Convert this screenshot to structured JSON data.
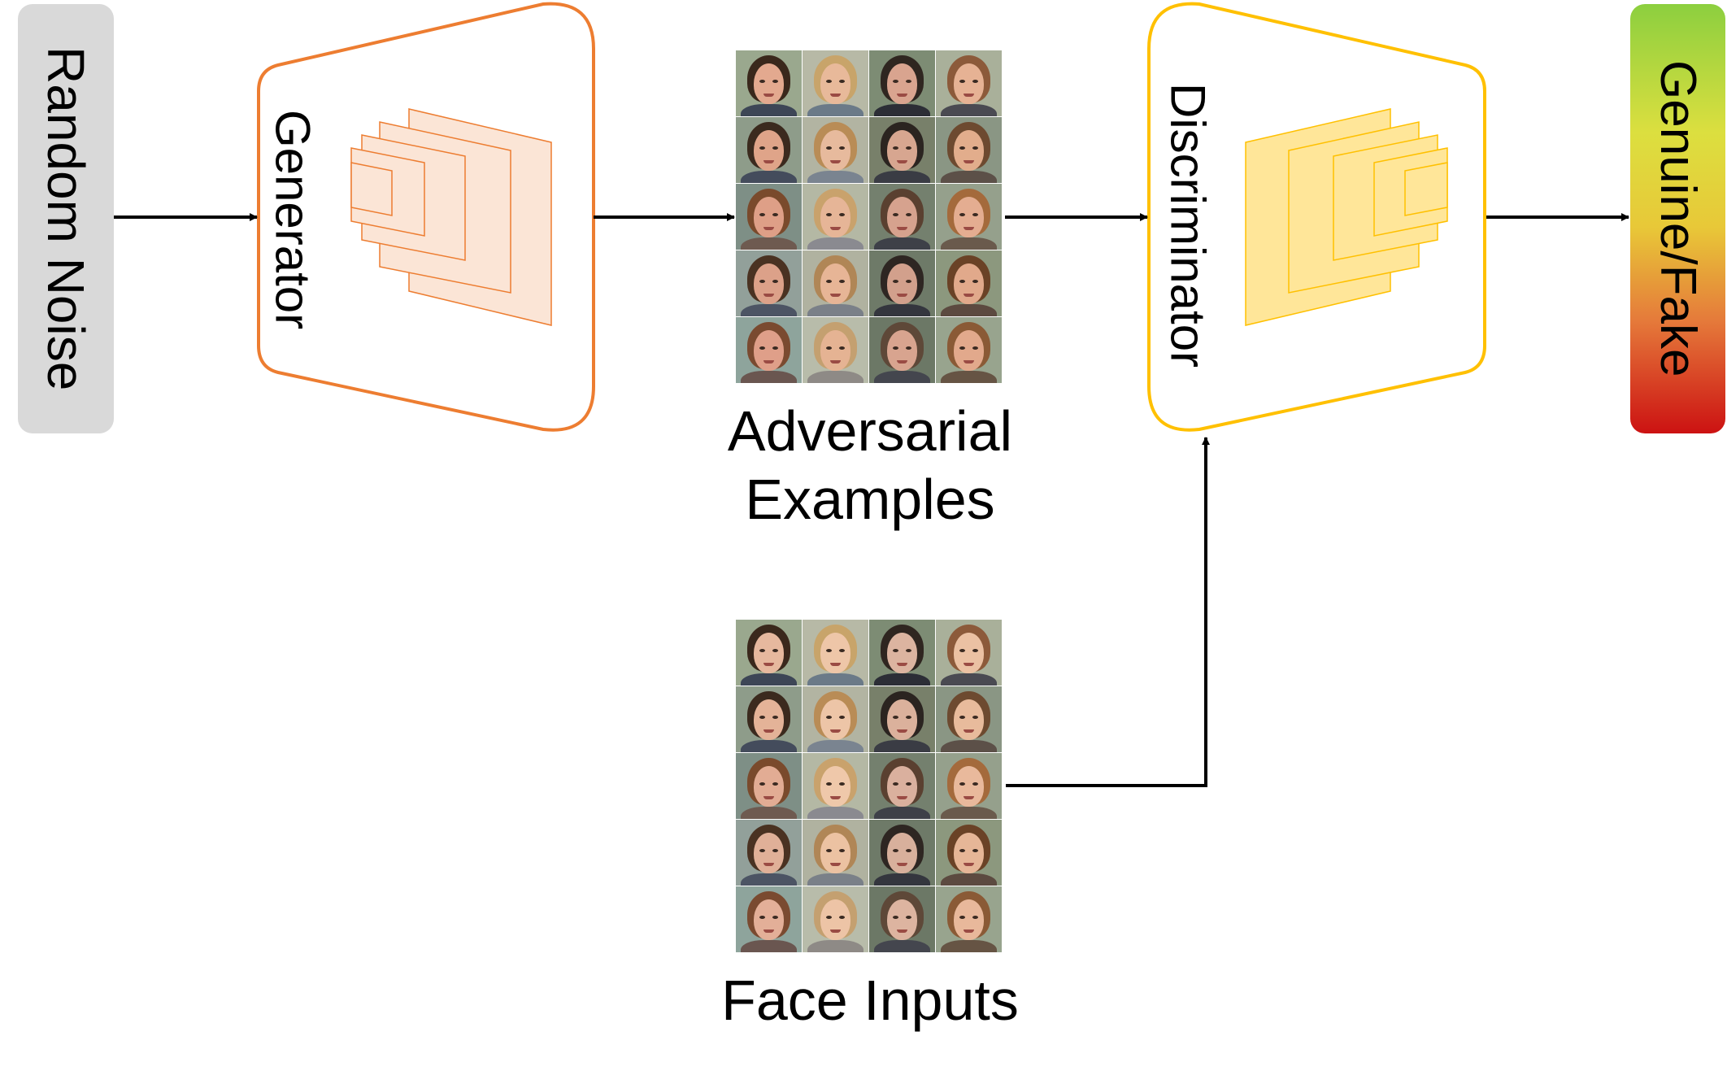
{
  "nodes": {
    "random_noise": "Random Noise",
    "generator": "Generator",
    "discriminator": "Discriminator",
    "output": "Genuine/Fake",
    "adversarial_caption": "Adversarial\nExamples",
    "face_inputs_caption": "Face Inputs"
  },
  "colors": {
    "generator": "#ED7D31",
    "generator_fill": "#FBE5D6",
    "discriminator": "#FFC000",
    "discriminator_fill": "#FFE699",
    "noise_box": "#D9D9D9",
    "arrow": "#000000"
  },
  "face_grids": {
    "adversarial": {
      "rows": 5,
      "cols": 4,
      "skin": [
        "#e3a98f",
        "#e8b99a",
        "#d9a48f",
        "#e6b294",
        "#dfa489",
        "#e7ba9d",
        "#d7a690",
        "#e2ad8c",
        "#de9f87",
        "#e6b597",
        "#d6a28e",
        "#e4ad91",
        "#dca189",
        "#e7b596",
        "#d2a08c",
        "#e1a98b",
        "#df9f89",
        "#e5b393",
        "#d8a48f",
        "#e2a98c"
      ],
      "hair": [
        "#3a281c",
        "#c8a46a",
        "#2f2620",
        "#8c5a3a",
        "#3b2a1e",
        "#b98c56",
        "#2b2420",
        "#6d4a30",
        "#7a4a2c",
        "#c9a26c",
        "#5a4030",
        "#a46a3c",
        "#4a3222",
        "#b08656",
        "#2e2622",
        "#6a4226",
        "#7a4a30",
        "#c4a070",
        "#5e4838",
        "#8a5a36"
      ],
      "bg": [
        "#9aa88e",
        "#b7b9a6",
        "#7d8c74",
        "#a9b09a",
        "#8e9c8a",
        "#b2b4a2",
        "#78806a",
        "#8a9684",
        "#7e8f86",
        "#b4b8a4",
        "#74806e",
        "#95a08c",
        "#92a09a",
        "#b0b2a0",
        "#6e7a68",
        "#8c987e",
        "#8ea49c",
        "#b8bcaa",
        "#6c7866",
        "#98a48e"
      ],
      "cloth": [
        "#3d4656",
        "#6b7a88",
        "#2c2e36",
        "#4a4a52",
        "#444c5c",
        "#7a8490",
        "#3a3c44",
        "#5c5048",
        "#6e5a50",
        "#8a8a90",
        "#3e4048",
        "#6a5a4c",
        "#4c5464",
        "#7a8088",
        "#34363e",
        "#5c4a40",
        "#6a5650",
        "#8e8a86",
        "#44464e",
        "#665444"
      ]
    },
    "face_inputs": {
      "rows": 5,
      "cols": 4,
      "skin": [
        "#e6b89e",
        "#eec6a8",
        "#dcb4a0",
        "#ebc1a3",
        "#e4b398",
        "#edc5a7",
        "#dbb19c",
        "#e8bb9c",
        "#e2ac94",
        "#efc8aa",
        "#dab09e",
        "#e9b99c",
        "#e0b098",
        "#ecc2a2",
        "#d8b09c",
        "#e6b697",
        "#e3af98",
        "#edc4a6",
        "#ddb4a0",
        "#e8b89b"
      ],
      "hair": [
        "#3a281c",
        "#c8a46a",
        "#2f2620",
        "#8c5a3a",
        "#3b2a1e",
        "#b98c56",
        "#2b2420",
        "#6d4a30",
        "#7a4a2c",
        "#c9a26c",
        "#5a4030",
        "#a46a3c",
        "#4a3222",
        "#b08656",
        "#2e2622",
        "#6a4226",
        "#7a4a30",
        "#c4a070",
        "#5e4838",
        "#8a5a36"
      ],
      "bg": [
        "#9aa88e",
        "#b7b9a6",
        "#7d8c74",
        "#a9b09a",
        "#8e9c8a",
        "#b2b4a2",
        "#78806a",
        "#8a9684",
        "#7e8f86",
        "#b4b8a4",
        "#74806e",
        "#95a08c",
        "#92a09a",
        "#b0b2a0",
        "#6e7a68",
        "#8c987e",
        "#8ea49c",
        "#b8bcaa",
        "#6c7866",
        "#98a48e"
      ],
      "cloth": [
        "#3d4656",
        "#6b7a88",
        "#2c2e36",
        "#4a4a52",
        "#444c5c",
        "#7a8490",
        "#3a3c44",
        "#5c5048",
        "#6e5a50",
        "#8a8a90",
        "#3e4048",
        "#6a5a4c",
        "#4c5464",
        "#7a8088",
        "#34363e",
        "#5c4a40",
        "#6a5650",
        "#8e8a86",
        "#44464e",
        "#665444"
      ]
    }
  }
}
